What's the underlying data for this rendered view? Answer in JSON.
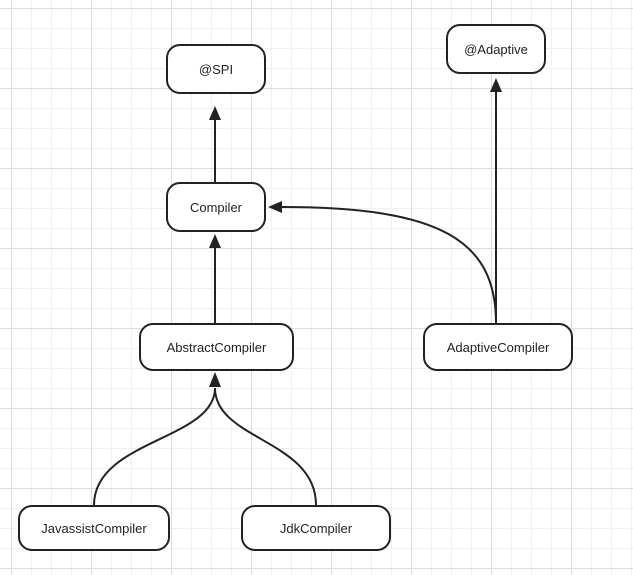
{
  "diagram": {
    "nodes": {
      "spi": "@SPI",
      "adaptive": "@Adaptive",
      "compiler": "Compiler",
      "abstract_compiler": "AbstractCompiler",
      "adaptive_compiler": "AdaptiveCompiler",
      "javassist_compiler": "JavassistCompiler",
      "jdk_compiler": "JdkCompiler"
    },
    "edges": [
      {
        "from": "compiler",
        "to": "spi"
      },
      {
        "from": "abstract_compiler",
        "to": "compiler"
      },
      {
        "from": "adaptive_compiler",
        "to": "compiler"
      },
      {
        "from": "adaptive_compiler",
        "to": "adaptive"
      },
      {
        "from": "javassist_compiler",
        "to": "abstract_compiler"
      },
      {
        "from": "jdk_compiler",
        "to": "abstract_compiler"
      }
    ]
  },
  "colors": {
    "stroke": "#222222",
    "grid": "#dcdcdc",
    "background": "#ffffff"
  }
}
